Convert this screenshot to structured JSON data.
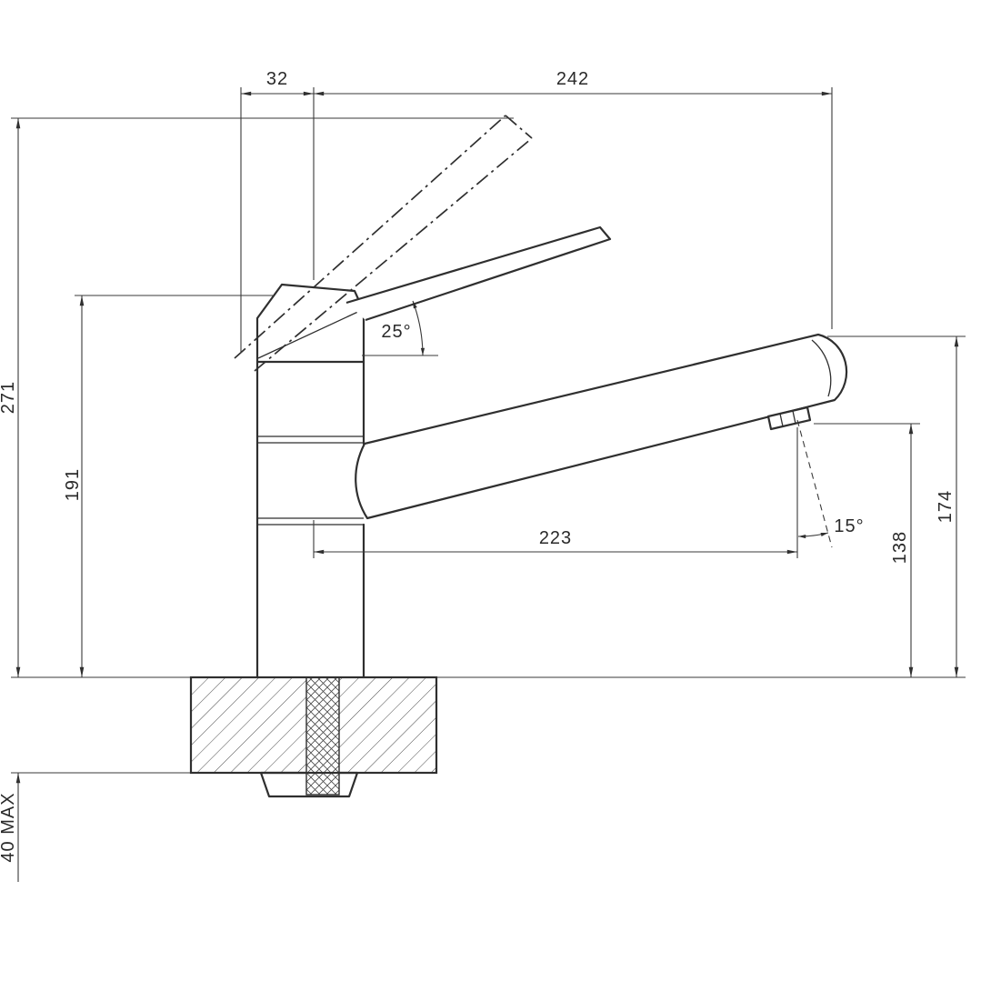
{
  "colors": {
    "line": "#2f2f2f",
    "background": "#ffffff"
  },
  "dimensions": {
    "handle_back_offset": "32",
    "spout_tip_reach": "242",
    "overall_height": "271",
    "body_height": "191",
    "handle_tilt_angle": "25°",
    "spout_outlet_reach": "223",
    "outlet_tilt_angle": "15°",
    "outlet_height": "138",
    "spout_tip_height": "174",
    "max_deck_thickness": "40 MAX"
  }
}
